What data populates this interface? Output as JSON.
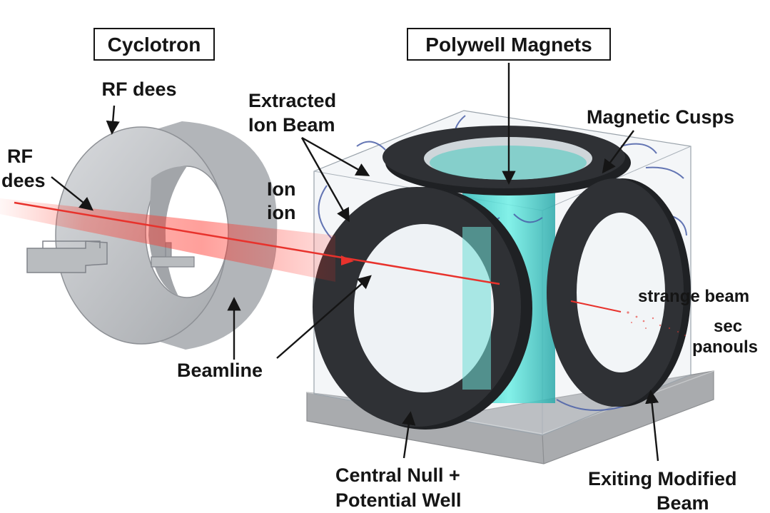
{
  "titles": {
    "cyclotron": "Cyclotron",
    "polywell": "Polywell Magnets"
  },
  "labels": {
    "rf_dees_top": "RF dees",
    "rf_dees_left_1": "RF",
    "rf_dees_left_2": "dees",
    "extracted_1": "Extracted",
    "extracted_2": "Ion Beam",
    "ion_1": "Ion",
    "ion_2": "ion",
    "magnetic_cusps": "Magnetic Cusps",
    "strange_beam": "strange beam",
    "sec_1": "sec",
    "sec_2": "panouls",
    "beamline": "Beamline",
    "central_1": "Central Null +",
    "central_2": "Potential Well",
    "exiting_1": "Exiting Modified",
    "exiting_2": "Beam"
  },
  "colors": {
    "beam": "#e8322c",
    "magnet": "#2b2d30",
    "field_line": "#4a5fa8",
    "core": "#45d6d0",
    "cyclotron": "#c4c6c9",
    "base": "#a9abae"
  }
}
